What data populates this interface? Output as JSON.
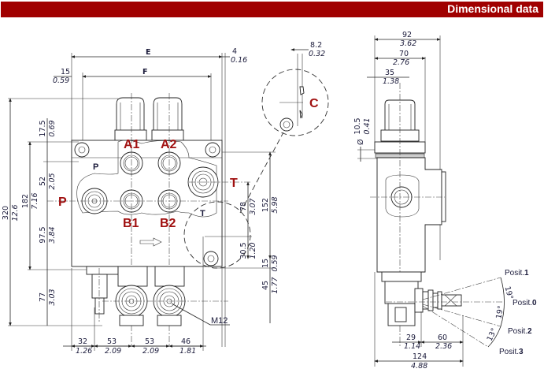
{
  "header": {
    "title": "Dimensional data",
    "bar_color": "#a00000",
    "label_color": "#a01010"
  },
  "front_view": {
    "port_labels": {
      "a1": "A1",
      "a2": "A2",
      "b1": "B1",
      "b2": "B2",
      "p": "P",
      "t": "T",
      "p_small": "P",
      "t_small": "T"
    },
    "top_dims": {
      "e": "E",
      "f": "F",
      "d15_mm": "15",
      "d15_in": "0.59",
      "d4_mm": "4",
      "d4_in": "0.16"
    },
    "left_dims": {
      "d320_mm": "320",
      "d320_in": "12.6",
      "d182_mm": "182",
      "d182_in": "7.16",
      "d17_5_mm": "17.5",
      "d17_5_in": "0.69",
      "d52_mm": "52",
      "d52_in": "2.05",
      "d97_5_mm": "97.5",
      "d97_5_in": "3.84",
      "d77_mm": "77",
      "d77_in": "3.03"
    },
    "right_dims": {
      "d152_mm": "152",
      "d152_in": "5.98",
      "d78_mm": "78",
      "d78_in": "3.07",
      "d30_5_mm": "30.5",
      "d30_5_in": "1.20",
      "d15_mm": "15",
      "d15_in": "0.59",
      "d45_mm": "45",
      "d45_in": "1.77"
    },
    "bottom_dims": [
      {
        "mm": "32",
        "in": "1.26"
      },
      {
        "mm": "53",
        "in": "2.09"
      },
      {
        "mm": "53",
        "in": "2.09"
      },
      {
        "mm": "46",
        "in": "1.81"
      }
    ],
    "thread_label": "M12"
  },
  "detail_c": {
    "label": "C",
    "d8_2_mm": "8.2",
    "d8_2_in": "0.32"
  },
  "side_view": {
    "top_dims": {
      "d92_mm": "92",
      "d92_in": "3.62",
      "d70_mm": "70",
      "d70_in": "2.76",
      "d35_mm": "35",
      "d35_in": "1.38"
    },
    "diameter": {
      "symbol": "Ø",
      "mm": "10.5",
      "in": "0.41"
    },
    "bottom_dims": {
      "d29_mm": "29",
      "d29_in": "1.14",
      "d60_mm": "60",
      "d60_in": "2.36",
      "d124_mm": "124",
      "d124_in": "4.88"
    },
    "positions": [
      {
        "prefix": "Posit.",
        "num": "1"
      },
      {
        "prefix": "Posit.",
        "num": "0"
      },
      {
        "prefix": "Posit.",
        "num": "2"
      },
      {
        "prefix": "Posit.",
        "num": "3"
      }
    ],
    "angles": {
      "a1": "19°",
      "a2": "19°",
      "a3": "13°"
    }
  }
}
